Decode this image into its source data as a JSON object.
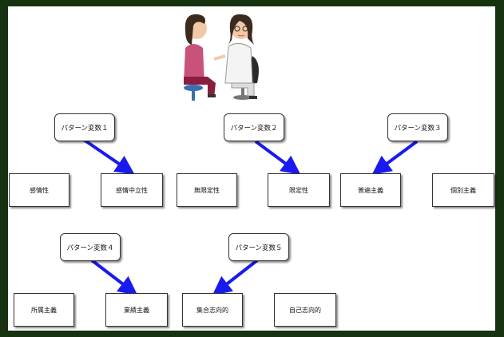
{
  "colors": {
    "arrow": "#1a1aee",
    "frame": "#163210",
    "canvas": "#ffffff"
  },
  "illustration": {
    "name": "patient-doctor-consultation"
  },
  "pattern_variables": [
    {
      "label": "パターン変数１",
      "left": "感情性",
      "right": "感情中立性",
      "highlighted": "right"
    },
    {
      "label": "パターン変数２",
      "left": "無限定性",
      "right": "限定性",
      "highlighted": "right"
    },
    {
      "label": "パターン変数３",
      "left": "普遍主義",
      "right": "個別主義",
      "highlighted": "left"
    },
    {
      "label": "パターン変数４",
      "left": "所属主義",
      "right": "業績主義",
      "highlighted": "right"
    },
    {
      "label": "パターン変数５",
      "left": "集合志向的",
      "right": "自己志向的",
      "highlighted": "left"
    }
  ]
}
